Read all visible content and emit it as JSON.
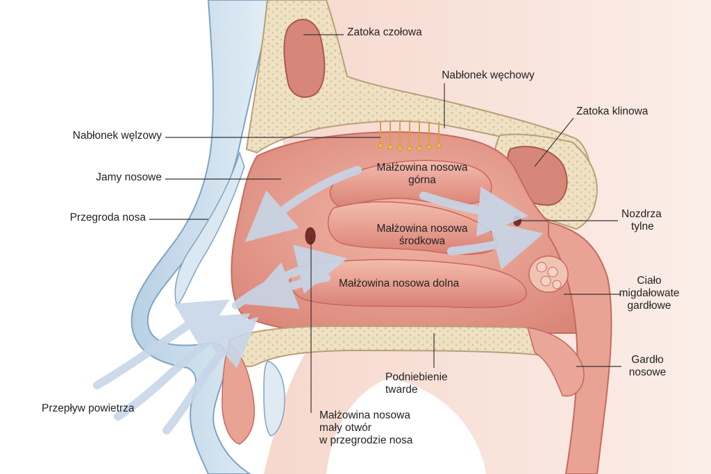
{
  "labels": {
    "frontal_sinus": [
      "Zatoka czołowa"
    ],
    "olfactory_epithelium": [
      "Nabłonek węchowy"
    ],
    "sphenoid_sinus": [
      "Zatoka klinowa"
    ],
    "olfactory_label_left": [
      "Nabłonek węlzowy"
    ],
    "nasal_cavities": [
      "Jamy nosowe"
    ],
    "nasal_septum": [
      "Przegroda nosa"
    ],
    "superior_concha": [
      "Małżowina nosowa",
      "górna"
    ],
    "middle_concha": [
      "Małżowina nosowa",
      "środkowa"
    ],
    "choanae": [
      "Nozdrza",
      "tylne"
    ],
    "inferior_concha": [
      "Małżowina nosowa dolna"
    ],
    "pharyngeal_tonsil": [
      "Ciało",
      "migdałowate",
      "gardłowe"
    ],
    "hard_palate": [
      "Podniebienie",
      "twarde"
    ],
    "nasopharynx": [
      "Gardło",
      "nosowe"
    ],
    "airflow": [
      "Przepływ powietrza"
    ],
    "septum_opening": [
      "Małżowina nosowa",
      "mały otwór",
      "w przegrodzie nosa"
    ]
  },
  "colors": {
    "skin": "#c9dcea",
    "skin_outline": "#7ea3c3",
    "mucosa": "#e3958a",
    "mucosa_dark": "#c8675e",
    "bone": "#efe2c4",
    "bone_outline": "#b99e77",
    "airflow": "#c7d6e8",
    "leader": "#333333"
  }
}
